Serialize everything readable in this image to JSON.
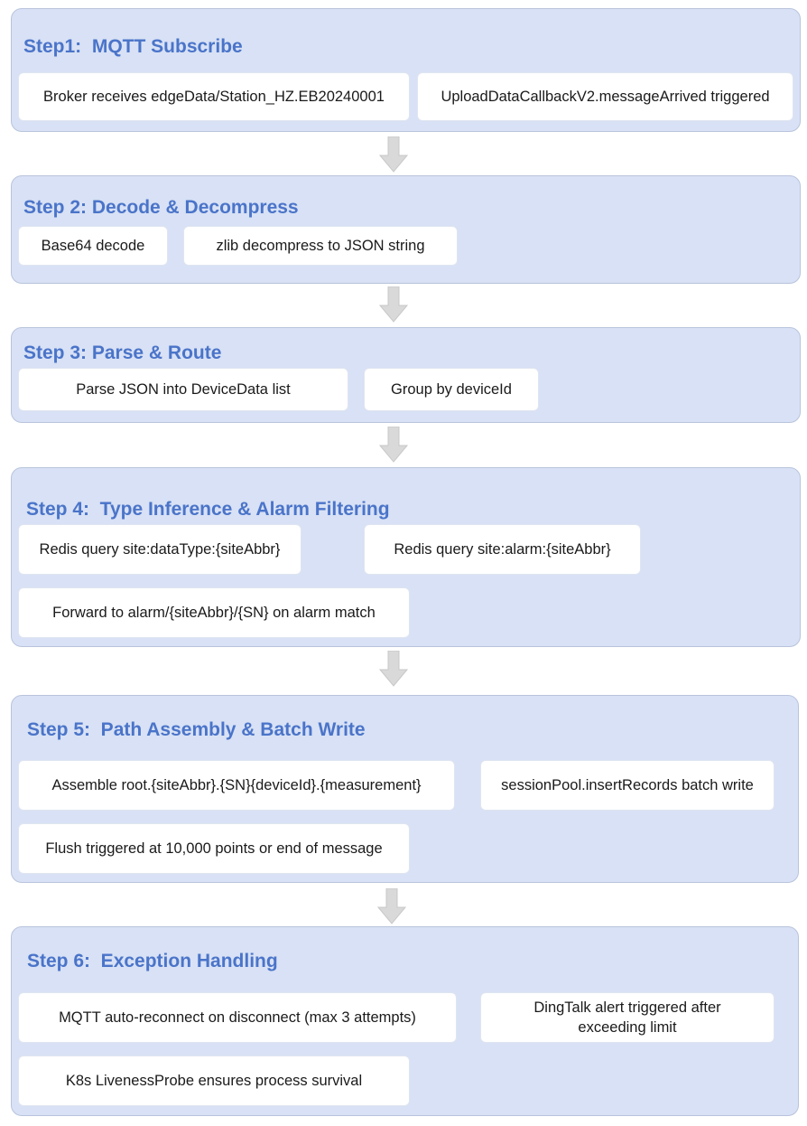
{
  "steps": [
    {
      "title": "Step1:  MQTT Subscribe",
      "items": [
        "Broker receives edgeData/Station_HZ.EB20240001",
        "UploadDataCallbackV2.messageArrived triggered"
      ]
    },
    {
      "title": "Step 2: Decode & Decompress",
      "items": [
        "Base64 decode",
        "zlib decompress to JSON string"
      ]
    },
    {
      "title": "Step 3: Parse & Route",
      "items": [
        "Parse JSON into DeviceData list",
        "Group by deviceId"
      ]
    },
    {
      "title": "Step 4:  Type Inference & Alarm Filtering",
      "items": [
        "Redis query site:dataType:{siteAbbr}",
        "Redis query site:alarm:{siteAbbr}",
        "Forward to alarm/{siteAbbr}/{SN} on alarm match"
      ]
    },
    {
      "title": "Step 5:  Path Assembly & Batch Write",
      "items": [
        "Assemble root.{siteAbbr}.{SN}{deviceId}.{measurement}",
        "sessionPool.insertRecords batch write",
        "Flush triggered at 10,000 points or end of message"
      ]
    },
    {
      "title": "Step 6:  Exception Handling",
      "items": [
        "MQTT auto-reconnect on disconnect (max 3 attempts)",
        "DingTalk alert triggered after exceeding limit",
        "K8s LivenessProbe ensures process survival"
      ]
    }
  ],
  "colors": {
    "panel_fill": "#d8e1f5",
    "panel_border": "#b9c4dc",
    "title_text": "#4a74c9",
    "box_fill": "#ffffff",
    "arrow_fill": "#d9d9d9"
  },
  "icons": {
    "connector": "down-arrow-icon"
  }
}
